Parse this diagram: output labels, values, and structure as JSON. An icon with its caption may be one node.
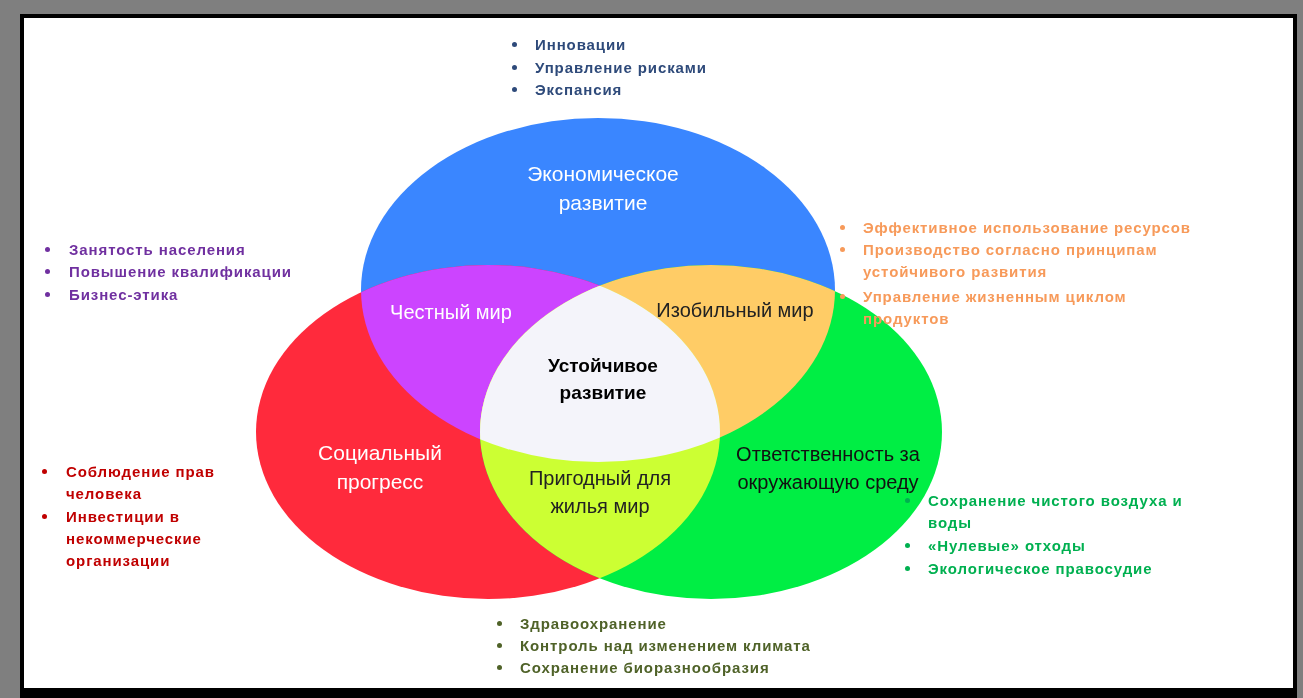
{
  "diagram": {
    "nodes": [
      {
        "text": [
          "Экономическое развитие"
        ]
      },
      {
        "text": [
          "Честный мир"
        ]
      },
      {
        "text": [
          "Изобильный мир"
        ]
      },
      {
        "text": [
          "Устойчивое развитие"
        ]
      },
      {
        "text": [
          "Социальный прогресс"
        ]
      },
      {
        "text": [
          "Ответственность за окружающую среду"
        ]
      },
      {
        "text": [
          "Пригодный для жилья мир"
        ]
      }
    ],
    "labels": [
      "Инновации",
      "Управление рисками",
      "Экспансия",
      "Занятость населения",
      "Повышение квалификации",
      "Бизнес-этика",
      "Эффективное использование ресурсов",
      "Производство согласно принципам устойчивого развития",
      "Управление жизненным циклом продуктов",
      "Соблюдение прав человека",
      "Инвестиции в некоммерческие организации",
      "Сохранение чистого воздуха и воды",
      "«Нулевые» отходы",
      "Экологическое правосудие",
      "Здравоохранение",
      "Контроль  над изменением климата",
      "Сохранение биоразнообразия"
    ]
  }
}
